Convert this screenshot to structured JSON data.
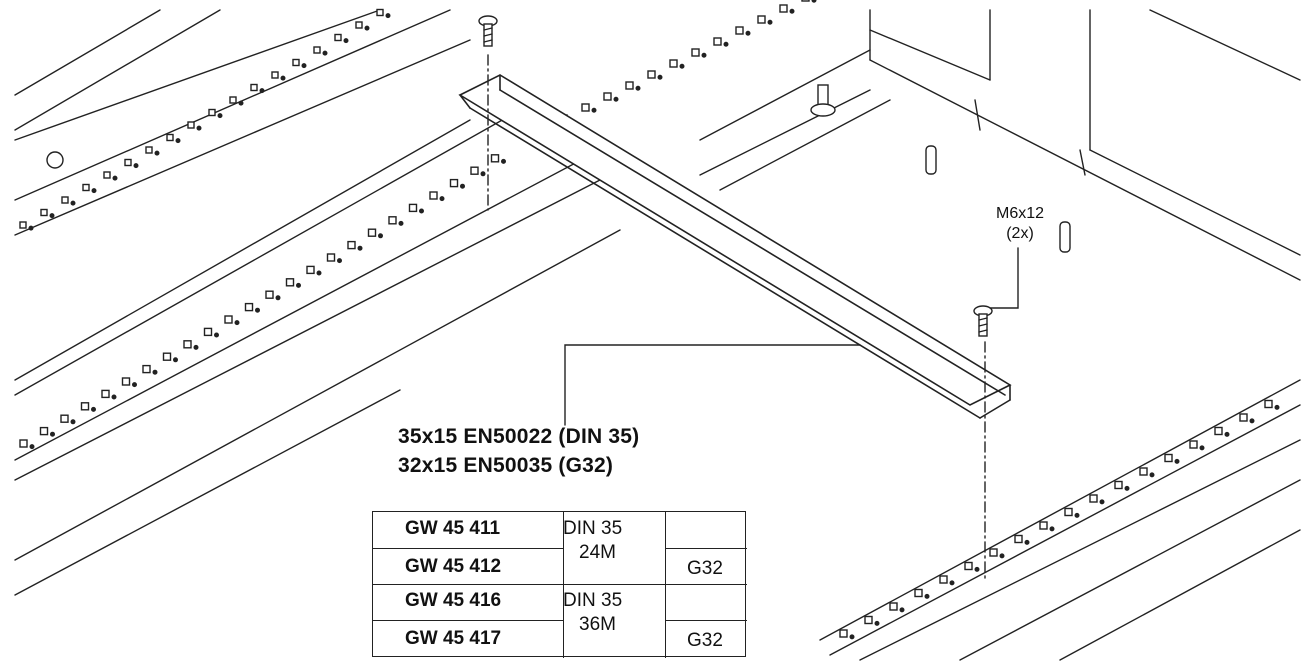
{
  "rail_labels": [
    "35x15 EN50022 (DIN 35)",
    "32x15 EN50035 (G32)"
  ],
  "screw_spec": {
    "size": "M6x12",
    "qty": "(2x)"
  },
  "table": {
    "rows": [
      {
        "code": "GW 45 411",
        "din": "DIN 35",
        "modules": "24M",
        "rail": ""
      },
      {
        "code": "GW 45 412",
        "din": "",
        "modules": "",
        "rail": "G32"
      },
      {
        "code": "GW 45 416",
        "din": "DIN 35",
        "modules": "36M",
        "rail": ""
      },
      {
        "code": "GW 45 417",
        "din": "",
        "modules": "",
        "rail": "G32"
      }
    ]
  },
  "colors": {
    "line": "#222222",
    "background": "#ffffff"
  }
}
